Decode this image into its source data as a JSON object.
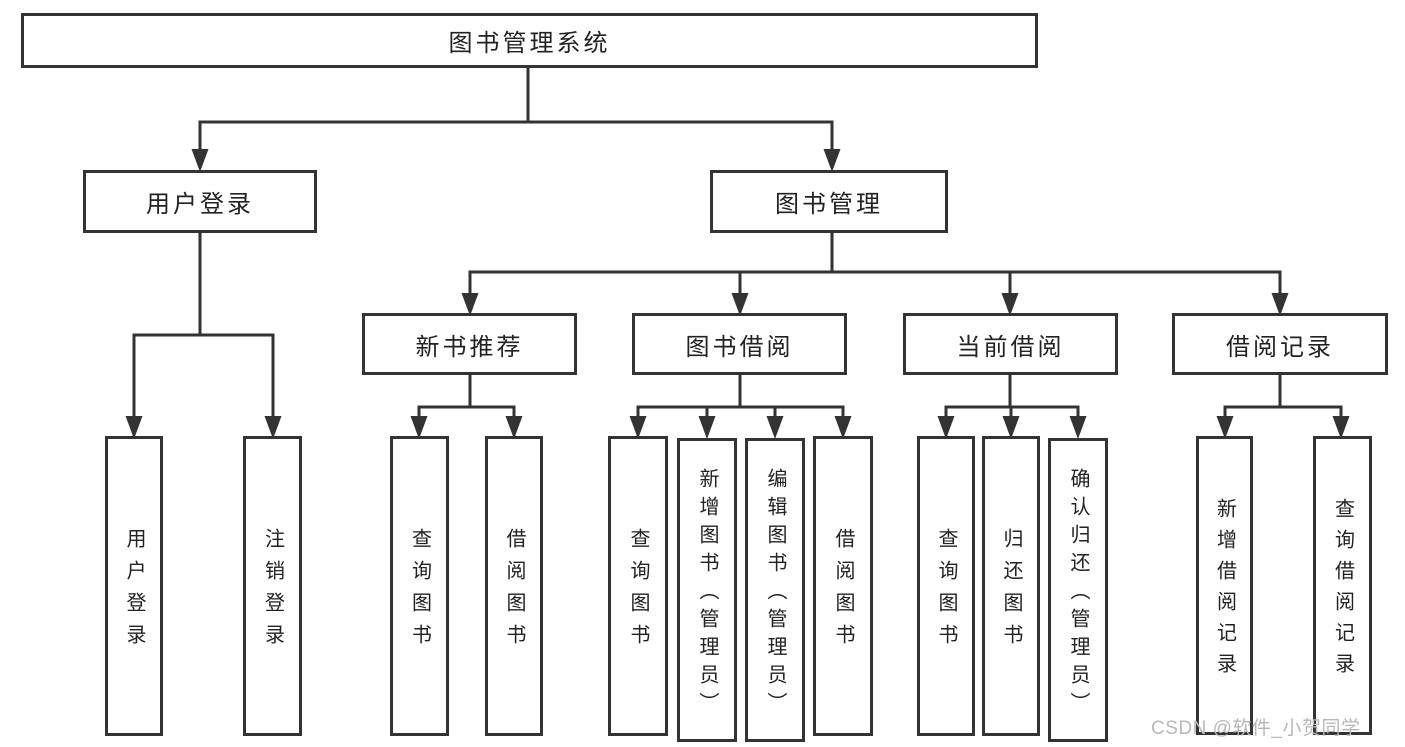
{
  "tree": {
    "label": "图书管理系统",
    "children": [
      {
        "label": "用户登录",
        "children": [
          {
            "label": "用户登录"
          },
          {
            "label": "注销登录"
          }
        ]
      },
      {
        "label": "图书管理",
        "children": [
          {
            "label": "新书推荐",
            "children": [
              {
                "label": "查询图书"
              },
              {
                "label": "借阅图书"
              }
            ]
          },
          {
            "label": "图书借阅",
            "children": [
              {
                "label": "查询图书"
              },
              {
                "label": "新增图书（管理员）"
              },
              {
                "label": "编辑图书（管理员）"
              },
              {
                "label": "借阅图书"
              }
            ]
          },
          {
            "label": "当前借阅",
            "children": [
              {
                "label": "查询图书"
              },
              {
                "label": "归还图书"
              },
              {
                "label": "确认归还（管理员）"
              }
            ]
          },
          {
            "label": "借阅记录",
            "children": [
              {
                "label": "新增借阅记录"
              },
              {
                "label": "查询借阅记录"
              }
            ]
          }
        ]
      }
    ]
  },
  "watermark": {
    "text": "CSDN @软件_小贺同学"
  },
  "colors": {
    "line": "#333333",
    "box_border": "#333333",
    "box_bg": "#ffffff",
    "text": "#222222",
    "watermark": "#b8b8b8",
    "background": "#ffffff"
  }
}
